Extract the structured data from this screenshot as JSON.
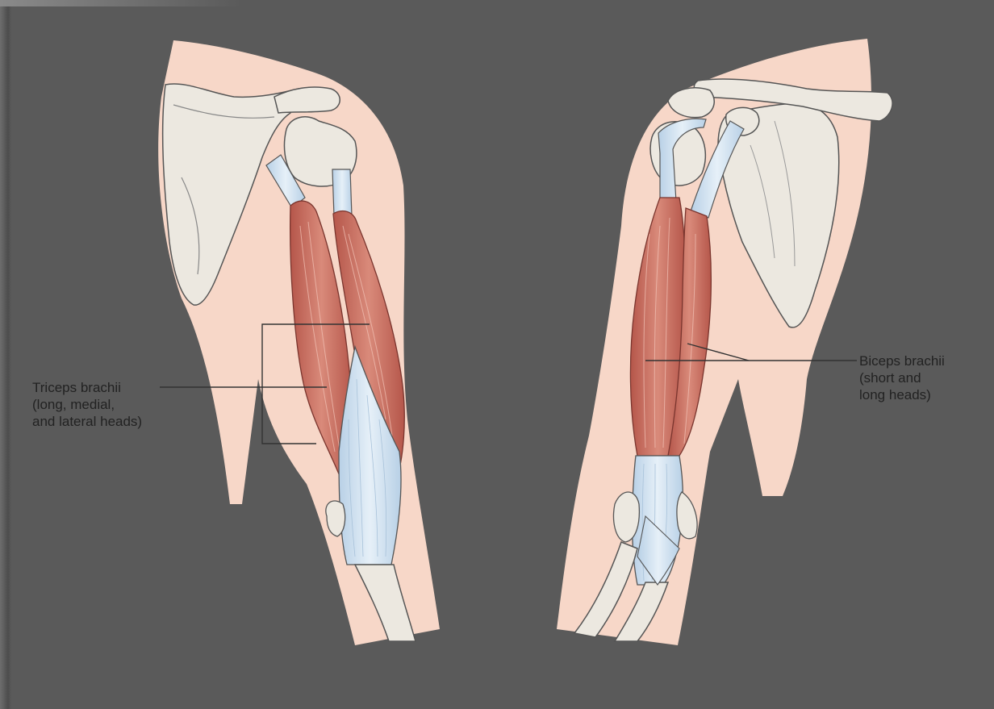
{
  "labels": {
    "triceps": [
      "Triceps brachii",
      "(long, medial,",
      "and lateral heads)"
    ],
    "biceps": [
      "Biceps brachii",
      "(short and",
      "long heads)"
    ]
  },
  "colors": {
    "skin": "#f7d7c8",
    "bone": "#ece8e0",
    "bone_outline": "#555555",
    "muscle": "#c96a5c",
    "muscle_dark": "#a94c42",
    "tendon": "#cfe0ef",
    "leader_line": "#333333"
  }
}
